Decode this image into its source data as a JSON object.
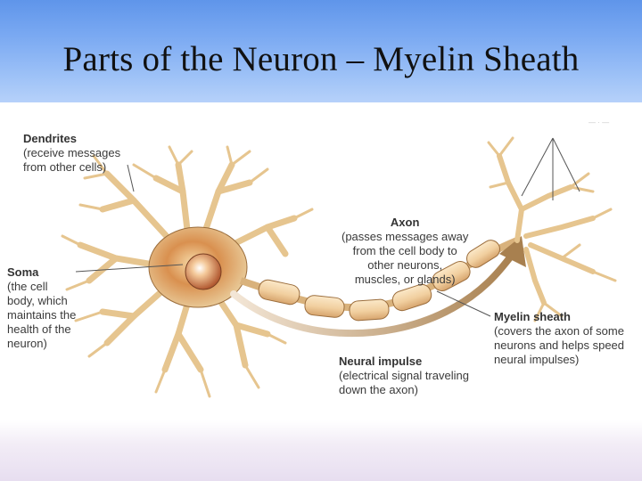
{
  "slide": {
    "title": "Parts of the Neuron – Myelin Sheath"
  },
  "labels": {
    "dendrites": {
      "head": "Dendrites",
      "desc": "(receive messages\nfrom other cells)"
    },
    "axon": {
      "head": "Axon",
      "desc": "(passes messages away\nfrom the cell body to\nother neurons,\nmuscles, or glands)"
    },
    "soma": {
      "head": "Soma",
      "desc": "(the cell\nbody, which\nmaintains the\nhealth of the\nneuron)"
    },
    "myelin": {
      "head": "Myelin sheath",
      "desc": "(covers the axon of some\nneurons and helps speed\nneural impulses)"
    },
    "impulse": {
      "head": "Neural impulse",
      "desc": "(electrical signal traveling\ndown the axon)"
    }
  },
  "colors": {
    "title_band": "#6f9fee",
    "cell_body": "#e9c489",
    "nucleus": "#c06a3e",
    "myelin": "#f4d6ac",
    "arrow": "#b38a5c"
  }
}
